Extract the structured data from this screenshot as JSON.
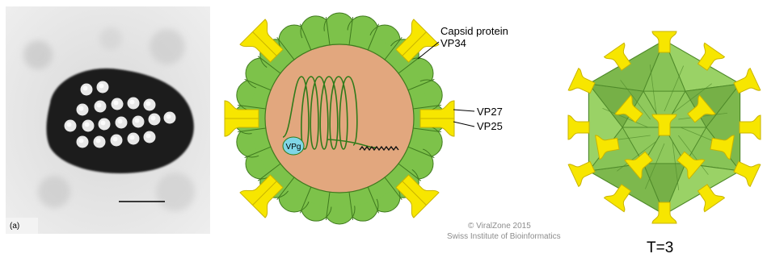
{
  "panel_label": "(a)",
  "labels": {
    "capsid": "Capsid protein",
    "vp34": "VP34",
    "vp27": "VP27",
    "vp25": "VP25",
    "vpg": "VPg"
  },
  "credit": {
    "line1": "© ViralZone 2015",
    "line2": "Swiss Institute of Bioinformatics"
  },
  "triangulation": "T=3",
  "colors": {
    "capsid_green": "#7dc24a",
    "capsid_outline": "#3f7a1e",
    "interior": "#e2a77e",
    "spike_yellow": "#f7e600",
    "spike_dark": "#c9b400",
    "vpg_cyan": "#7fd6e6"
  }
}
